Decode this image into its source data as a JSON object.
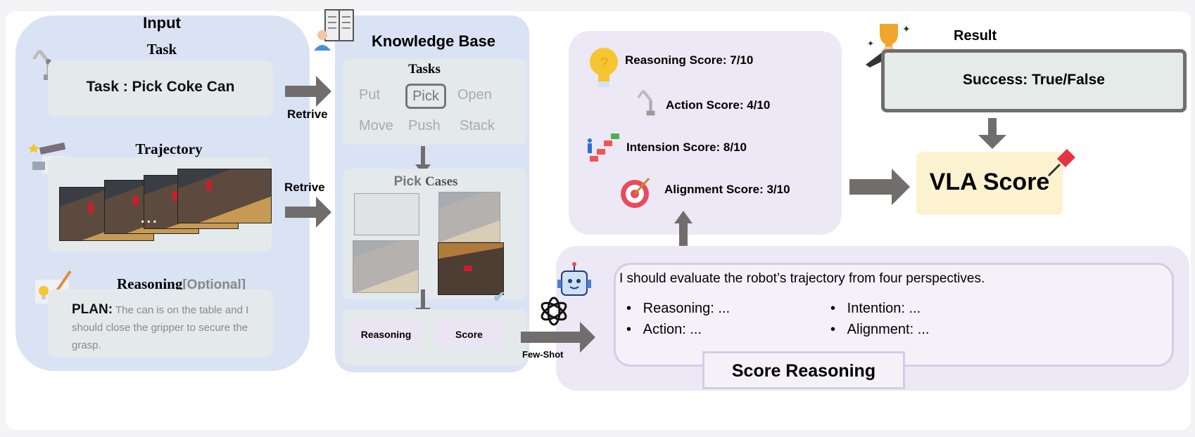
{
  "input": {
    "title": "Input",
    "task_label": "Task",
    "task_text": "Task : Pick Coke Can",
    "trajectory_label": "Trajectory",
    "trajectory_ellipsis": "...",
    "reasoning_label": "Reasoning",
    "optional_label": "[Optional]",
    "plan_label": "PLAN:",
    "plan_text": "The can is on the table and I should close the gripper to secure the grasp."
  },
  "arrows": {
    "retrieve_1": "Retrive",
    "retrieve_2": "Retrive",
    "few_shot": "Few-Shot"
  },
  "knowledge_base": {
    "title": "Knowledge Base",
    "tasks_label": "Tasks",
    "tasks": [
      "Put",
      "Pick",
      "Open",
      "Move",
      "Push",
      "Stack"
    ],
    "selected_task": "Pick",
    "cases_label_1": "Pick",
    "cases_label_2": "Cases",
    "reasoning_tag": "Reasoning",
    "score_tag": "Score"
  },
  "scores": {
    "reasoning": "Reasoning Score: 7/10",
    "action": "Action Score: 4/10",
    "intension": "Intension Score: 8/10",
    "alignment": "Alignment Score: 3/10"
  },
  "result": {
    "title": "Result",
    "text": "Success: True/False"
  },
  "vla_score": "VLA Score",
  "score_reasoning": {
    "intro": "I should evaluate the robot’s trajectory from four perspectives.",
    "bullets": [
      "Reasoning: ...",
      "Intention: ...",
      "Action: ...",
      "Alignment: ..."
    ],
    "label": "Score Reasoning"
  },
  "colors": {
    "input_panel": "#dae3f4",
    "score_panel": "#ede8f5",
    "vla_box": "#fdf2d0",
    "arrow": "#716d6d"
  }
}
